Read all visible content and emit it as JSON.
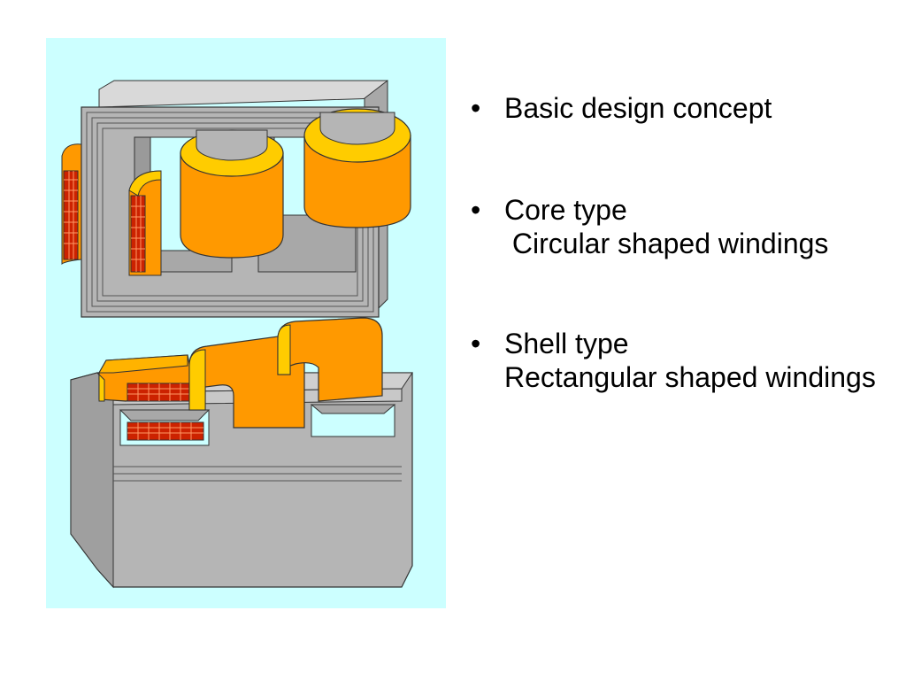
{
  "colors": {
    "figure_background": "#ccffff",
    "core_gray": "#b5b5b5",
    "core_gray_dark": "#8c8c8c",
    "core_gray_light": "#d9d9d9",
    "winding_orange": "#ff9900",
    "winding_yellow": "#ffcc00",
    "winding_red": "#cc2200"
  },
  "figure": {
    "icon": "transformer-core-and-shell-types-illustration"
  },
  "bullets": {
    "item1": {
      "marker": "•",
      "text": "Basic design concept"
    },
    "item2": {
      "marker": "•",
      "text": "Core type",
      "sub": " Circular shaped windings"
    },
    "item3": {
      "marker": "•",
      "line1": "Shell type",
      "line2": "Rectangular shaped windings"
    }
  }
}
